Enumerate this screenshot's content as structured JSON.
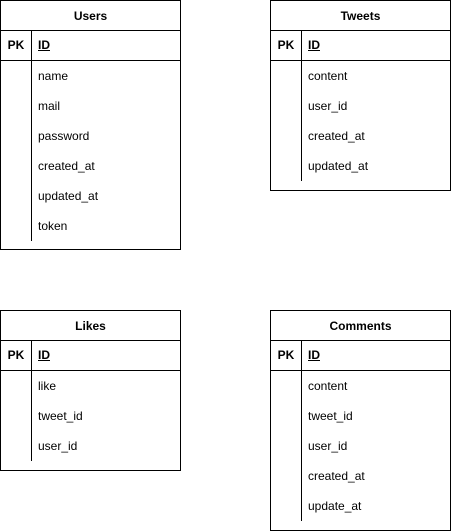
{
  "entities": [
    {
      "id": "users",
      "title": "Users",
      "pk_label": "PK",
      "pk_field": "ID",
      "fields": [
        "name",
        "mail",
        "password",
        "created_at",
        "updated_at",
        "token"
      ]
    },
    {
      "id": "tweets",
      "title": "Tweets",
      "pk_label": "PK",
      "pk_field": "ID",
      "fields": [
        "content",
        "user_id",
        "created_at",
        "updated_at"
      ]
    },
    {
      "id": "likes",
      "title": "Likes",
      "pk_label": "PK",
      "pk_field": "ID",
      "fields": [
        "like",
        "tweet_id",
        "user_id"
      ]
    },
    {
      "id": "comments",
      "title": "Comments",
      "pk_label": "PK",
      "pk_field": "ID",
      "fields": [
        "content",
        "tweet_id",
        "user_id",
        "created_at",
        "update_at"
      ]
    }
  ]
}
